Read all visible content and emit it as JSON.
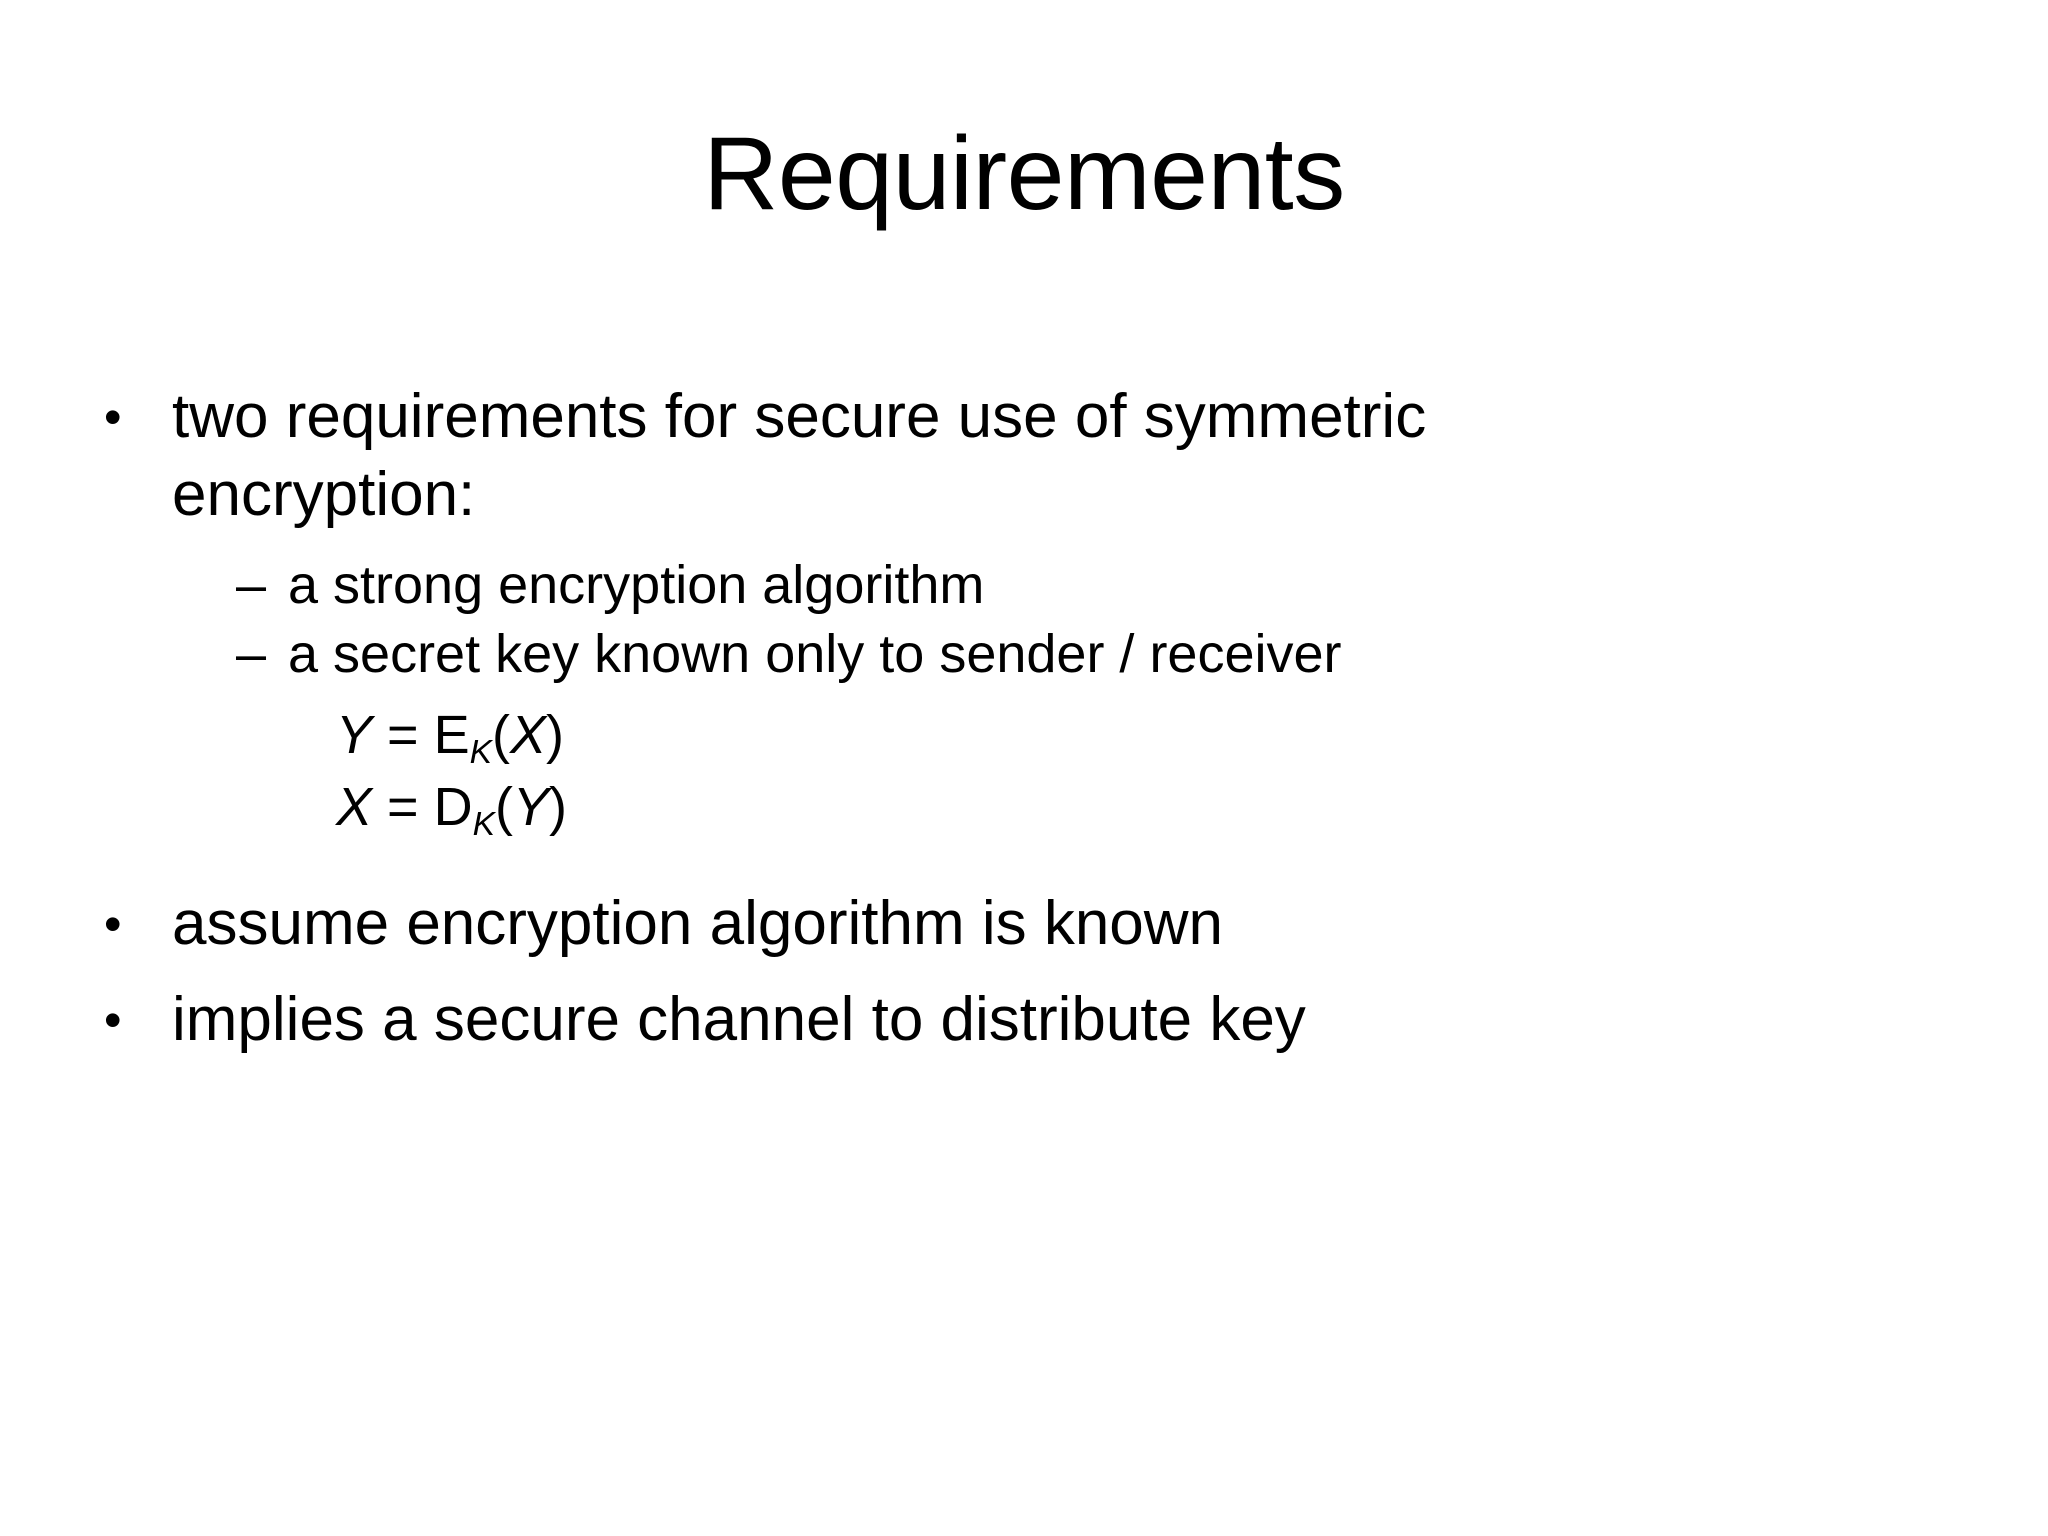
{
  "slide": {
    "title": "Requirements",
    "background_color": "#ffffff",
    "text_color": "#000000",
    "bullet_marker_level1": "•",
    "bullet_marker_level2": "–",
    "content": [
      {
        "level": 1,
        "text": "two requirements for secure use of symmetric encryption:"
      },
      {
        "level": 2,
        "text": "a strong encryption algorithm"
      },
      {
        "level": 2,
        "text": "a secret key known only to sender / receiver"
      },
      {
        "level": 2,
        "type": "equation",
        "text": "Y = EK(X)",
        "parts": {
          "lhs": "Y",
          "equals": "=",
          "fn": "E",
          "subscript": "K",
          "open": "(",
          "arg": "X",
          "close": ")"
        }
      },
      {
        "level": 2,
        "type": "equation",
        "text": "X = DK(Y)",
        "parts": {
          "lhs": "X",
          "equals": "=",
          "fn": "D",
          "subscript": "K",
          "open": "(",
          "arg": "Y",
          "close": ")"
        }
      },
      {
        "level": 1,
        "text": "assume encryption algorithm is known"
      },
      {
        "level": 1,
        "text": "implies a secure channel to distribute key"
      }
    ]
  }
}
